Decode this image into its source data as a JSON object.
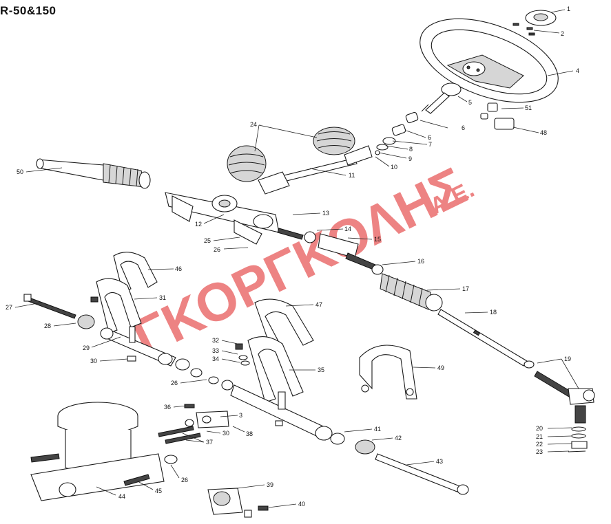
{
  "title": "R-50&150",
  "watermark": {
    "main": "ΓΚΟΡΓΚΟΛΗΣ",
    "suffix": "Α.Ε.",
    "color": "#e85a5a"
  },
  "labels": [
    "1",
    "2",
    "4",
    "5",
    "51",
    "6",
    "6",
    "48",
    "7",
    "8",
    "9",
    "10",
    "24",
    "11",
    "50",
    "12",
    "13",
    "14",
    "15",
    "16",
    "25",
    "26",
    "46",
    "17",
    "27",
    "31",
    "18",
    "28",
    "47",
    "29",
    "32",
    "33",
    "34",
    "30",
    "26",
    "35",
    "49",
    "19",
    "36",
    "3",
    "30",
    "38",
    "41",
    "42",
    "20",
    "21",
    "22",
    "23",
    "37",
    "43",
    "26",
    "44",
    "45",
    "39",
    "40"
  ]
}
